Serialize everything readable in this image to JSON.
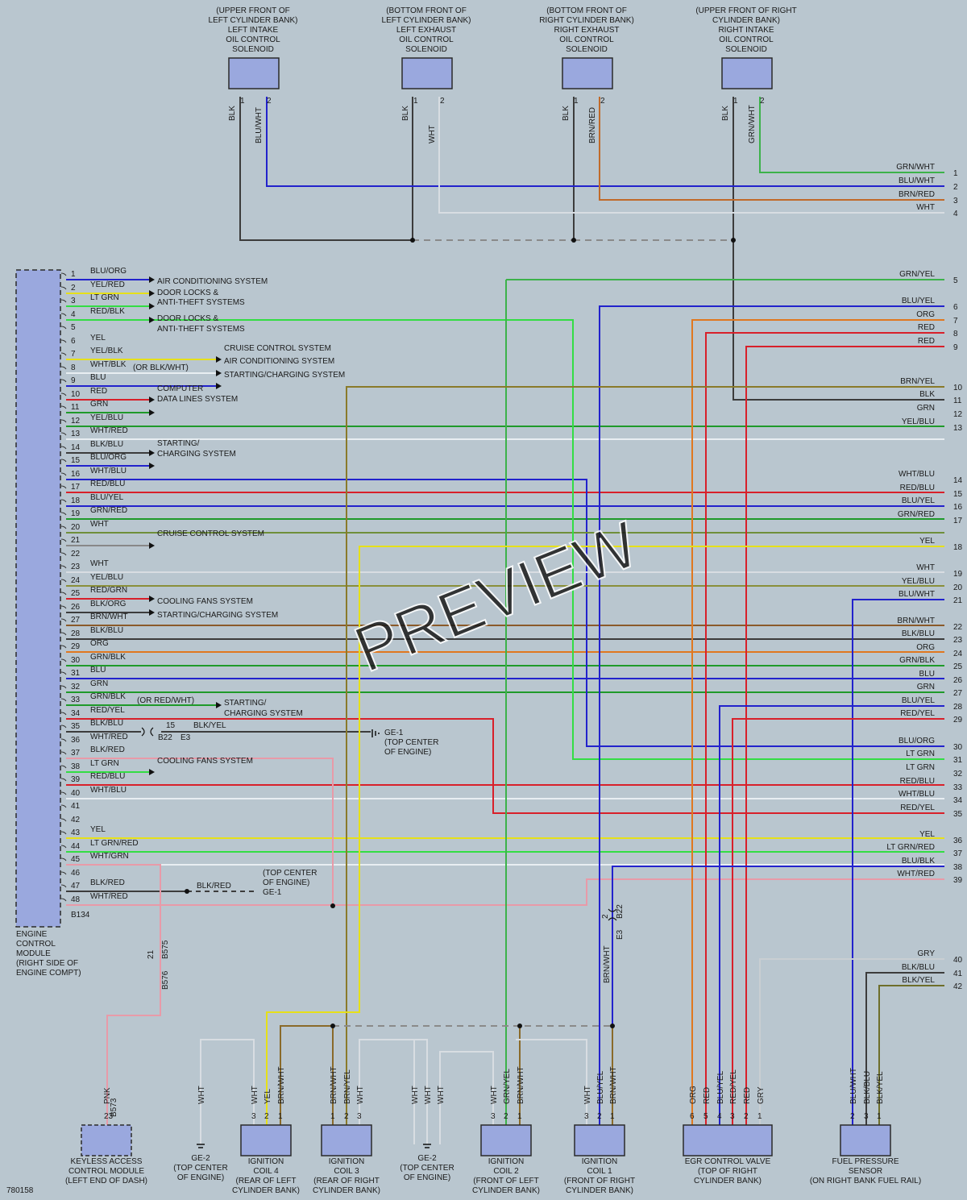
{
  "watermark": "PREVIEW",
  "drawing_number": "780158",
  "colors": {
    "background": "#b9c6cf",
    "component_fill": "#9aa8de",
    "wire": {
      "BLK": "#3c3c3c",
      "BLU": "#2222cc",
      "WHT": "#e8eef2",
      "RED": "#d8202a",
      "GRN": "#1f9a2a",
      "LT GRN": "#33dd44",
      "YEL": "#e6e019",
      "ORG": "#e07820",
      "BRN": "#8a5a2a",
      "PNK": "#e89aa8",
      "GRY": "#999999"
    }
  },
  "solenoids": [
    {
      "id": "s1",
      "caption": [
        "(UPPER FRONT OF",
        "LEFT CYLINDER BANK)",
        "LEFT INTAKE",
        "OIL CONTROL",
        "SOLENOID"
      ],
      "pins": [
        {
          "n": "1",
          "wire": "BLK"
        },
        {
          "n": "2",
          "wire": "BLU/WHT"
        }
      ]
    },
    {
      "id": "s2",
      "caption": [
        "(BOTTOM FRONT OF",
        "LEFT CYLINDER BANK)",
        "LEFT EXHAUST",
        "OIL CONTROL",
        "SOLENOID"
      ],
      "pins": [
        {
          "n": "1",
          "wire": "BLK"
        },
        {
          "n": "2",
          "wire": "WHT"
        }
      ]
    },
    {
      "id": "s3",
      "caption": [
        "(BOTTOM FRONT OF",
        "RIGHT CYLINDER BANK)",
        "RIGHT EXHAUST",
        "OIL CONTROL",
        "SOLENOID"
      ],
      "pins": [
        {
          "n": "1",
          "wire": "BLK"
        },
        {
          "n": "2",
          "wire": "BRN/RED"
        }
      ]
    },
    {
      "id": "s4",
      "caption": [
        "(UPPER FRONT OF RIGHT",
        "CYLINDER BANK)",
        "RIGHT INTAKE",
        "OIL CONTROL",
        "SOLENOID"
      ],
      "pins": [
        {
          "n": "1",
          "wire": "BLK"
        },
        {
          "n": "2",
          "wire": "GRN/WHT"
        }
      ]
    }
  ],
  "ecm": {
    "caption": [
      "ENGINE",
      "CONTROL",
      "MODULE",
      "(RIGHT SIDE OF",
      "ENGINE COMPT)"
    ],
    "connector": "B134",
    "pins": [
      {
        "n": "1",
        "wire": "BLU/ORG",
        "dest": "AIR CONDITIONING SYSTEM"
      },
      {
        "n": "2",
        "wire": "YEL/RED",
        "dest": "DOOR LOCKS &"
      },
      {
        "n": "3",
        "wire": "LT GRN",
        "dest": "ANTI-THEFT SYSTEMS"
      },
      {
        "n": "4",
        "wire": "RED/BLK",
        "dest": "DOOR LOCKS &"
      },
      {
        "n": "5",
        "wire": "",
        "dest": "ANTI-THEFT SYSTEMS"
      },
      {
        "n": "6",
        "wire": "YEL",
        "dest": ""
      },
      {
        "n": "7",
        "wire": "YEL/BLK",
        "dest": "CRUISE CONTROL SYSTEM"
      },
      {
        "n": "8",
        "wire": "WHT/BLK",
        "alt": "(OR BLK/WHT)",
        "dest": "AIR CONDITIONING SYSTEM"
      },
      {
        "n": "9",
        "wire": "BLU",
        "dest": "STARTING/CHARGING SYSTEM"
      },
      {
        "n": "10",
        "wire": "RED",
        "dest": "COMPUTER"
      },
      {
        "n": "11",
        "wire": "GRN",
        "dest": "DATA LINES SYSTEM"
      },
      {
        "n": "12",
        "wire": "YEL/BLU",
        "dest": ""
      },
      {
        "n": "13",
        "wire": "WHT/RED",
        "dest": ""
      },
      {
        "n": "14",
        "wire": "BLK/BLU",
        "dest": "STARTING/"
      },
      {
        "n": "15",
        "wire": "BLU/ORG",
        "dest": "CHARGING SYSTEM"
      },
      {
        "n": "16",
        "wire": "WHT/BLU",
        "dest": ""
      },
      {
        "n": "17",
        "wire": "RED/BLU",
        "dest": ""
      },
      {
        "n": "18",
        "wire": "BLU/YEL",
        "dest": ""
      },
      {
        "n": "19",
        "wire": "GRN/RED",
        "dest": ""
      },
      {
        "n": "20",
        "wire": "WHT",
        "dest": ""
      },
      {
        "n": "21",
        "wire": "",
        "dest": "CRUISE CONTROL SYSTEM"
      },
      {
        "n": "22",
        "wire": "",
        "dest": ""
      },
      {
        "n": "23",
        "wire": "WHT",
        "dest": ""
      },
      {
        "n": "24",
        "wire": "YEL/BLU",
        "dest": ""
      },
      {
        "n": "25",
        "wire": "RED/GRN",
        "dest": "COOLING FANS SYSTEM"
      },
      {
        "n": "26",
        "wire": "BLK/ORG",
        "dest": "STARTING/CHARGING SYSTEM"
      },
      {
        "n": "27",
        "wire": "BRN/WHT",
        "dest": ""
      },
      {
        "n": "28",
        "wire": "BLK/BLU",
        "dest": ""
      },
      {
        "n": "29",
        "wire": "ORG",
        "dest": ""
      },
      {
        "n": "30",
        "wire": "GRN/BLK",
        "dest": ""
      },
      {
        "n": "31",
        "wire": "BLU",
        "dest": ""
      },
      {
        "n": "32",
        "wire": "GRN",
        "dest": ""
      },
      {
        "n": "33",
        "wire": "GRN/BLK",
        "alt": "(OR RED/WHT)",
        "dest": "STARTING/"
      },
      {
        "n": "34",
        "wire": "RED/YEL",
        "dest": "CHARGING SYSTEM"
      },
      {
        "n": "35",
        "wire": "BLK/BLU",
        "dest": ""
      },
      {
        "n": "36",
        "wire": "WHT/RED",
        "dest": ""
      },
      {
        "n": "37",
        "wire": "BLK/RED",
        "dest": ""
      },
      {
        "n": "38",
        "wire": "LT GRN",
        "dest": "COOLING FANS SYSTEM"
      },
      {
        "n": "39",
        "wire": "RED/BLU",
        "dest": ""
      },
      {
        "n": "40",
        "wire": "WHT/BLU",
        "dest": ""
      },
      {
        "n": "41",
        "wire": "",
        "dest": ""
      },
      {
        "n": "42",
        "wire": "",
        "dest": ""
      },
      {
        "n": "43",
        "wire": "YEL",
        "dest": ""
      },
      {
        "n": "44",
        "wire": "LT GRN/RED",
        "dest": ""
      },
      {
        "n": "45",
        "wire": "WHT/GRN",
        "dest": ""
      },
      {
        "n": "46",
        "wire": "",
        "dest": ""
      },
      {
        "n": "47",
        "wire": "BLK/RED",
        "dest": ""
      },
      {
        "n": "48",
        "wire": "WHT/RED",
        "dest": ""
      }
    ]
  },
  "right_pins": [
    {
      "n": "1",
      "wire": "GRN/WHT"
    },
    {
      "n": "2",
      "wire": "BLU/WHT"
    },
    {
      "n": "3",
      "wire": "BRN/RED"
    },
    {
      "n": "4",
      "wire": "WHT"
    },
    {
      "n": "5",
      "wire": "GRN/YEL"
    },
    {
      "n": "6",
      "wire": "BLU/YEL"
    },
    {
      "n": "7",
      "wire": "ORG"
    },
    {
      "n": "8",
      "wire": "RED"
    },
    {
      "n": "9",
      "wire": "RED"
    },
    {
      "n": "10",
      "wire": "BRN/YEL"
    },
    {
      "n": "11",
      "wire": "BLK"
    },
    {
      "n": "12",
      "wire": "GRN"
    },
    {
      "n": "13",
      "wire": "YEL/BLU"
    },
    {
      "n": "14",
      "wire": "WHT/BLU"
    },
    {
      "n": "15",
      "wire": "RED/BLU"
    },
    {
      "n": "16",
      "wire": "BLU/YEL"
    },
    {
      "n": "17",
      "wire": "GRN/RED"
    },
    {
      "n": "18",
      "wire": "YEL"
    },
    {
      "n": "19",
      "wire": "WHT"
    },
    {
      "n": "20",
      "wire": "YEL/BLU"
    },
    {
      "n": "21",
      "wire": "BLU/WHT"
    },
    {
      "n": "22",
      "wire": "BRN/WHT"
    },
    {
      "n": "23",
      "wire": "BLK/BLU"
    },
    {
      "n": "24",
      "wire": "ORG"
    },
    {
      "n": "25",
      "wire": "GRN/BLK"
    },
    {
      "n": "26",
      "wire": "BLU"
    },
    {
      "n": "27",
      "wire": "GRN"
    },
    {
      "n": "28",
      "wire": "BLU/YEL"
    },
    {
      "n": "29",
      "wire": "RED/YEL"
    },
    {
      "n": "30",
      "wire": "BLU/ORG"
    },
    {
      "n": "31",
      "wire": "LT GRN"
    },
    {
      "n": "32",
      "wire": "LT GRN"
    },
    {
      "n": "33",
      "wire": "RED/BLU"
    },
    {
      "n": "34",
      "wire": "WHT/BLU"
    },
    {
      "n": "35",
      "wire": "RED/YEL"
    },
    {
      "n": "36",
      "wire": "YEL"
    },
    {
      "n": "37",
      "wire": "LT GRN/RED"
    },
    {
      "n": "38",
      "wire": "BLU/BLK"
    },
    {
      "n": "39",
      "wire": "WHT/RED"
    },
    {
      "n": "40",
      "wire": "GRY"
    },
    {
      "n": "41",
      "wire": "BLK/BLU"
    },
    {
      "n": "42",
      "wire": "BLK/YEL"
    }
  ],
  "grounds": {
    "ge1_top": [
      "GE-1",
      "(TOP CENTER",
      "OF ENGINE)"
    ],
    "ge1_bottom": [
      "(TOP CENTER",
      "OF ENGINE)",
      "GE-1"
    ],
    "ge2": [
      "GE-2",
      "(TOP CENTER",
      "OF ENGINE)"
    ],
    "splice_35": {
      "pin": "15",
      "wire": "BLK/YEL",
      "left": "B22",
      "right": "E3"
    },
    "splice_47": {
      "wire": "BLK/RED"
    }
  },
  "keyless_connectors": {
    "pin": "21",
    "upper": "B575",
    "lower": "B576"
  },
  "b22_e3": {
    "pin": "2",
    "top": "B22",
    "bottom": "E3",
    "wire": "BRN/WHT"
  },
  "bottom_components": [
    {
      "id": "kac",
      "caption": [
        "KEYLESS ACCESS",
        "CONTROL MODULE",
        "(LEFT END OF DASH)"
      ],
      "pins": [
        {
          "n": "23",
          "wire": "PNK",
          "conn": "B573"
        }
      ]
    },
    {
      "id": "ge2a",
      "caption": [
        "GE-2",
        "(TOP CENTER",
        "OF ENGINE)"
      ],
      "pins": [
        {
          "n": "",
          "wire": "WHT"
        }
      ]
    },
    {
      "id": "coil4",
      "caption": [
        "IGNITION",
        "COIL 4",
        "(REAR OF LEFT",
        "CYLINDER BANK)"
      ],
      "pins": [
        {
          "n": "3",
          "wire": "WHT"
        },
        {
          "n": "2",
          "wire": "YEL"
        },
        {
          "n": "1",
          "wire": "BRN/WHT"
        }
      ]
    },
    {
      "id": "coil3",
      "caption": [
        "IGNITION",
        "COIL 3",
        "(REAR OF RIGHT",
        "CYLINDER BANK)"
      ],
      "pins": [
        {
          "n": "1",
          "wire": "BRN/WHT"
        },
        {
          "n": "2",
          "wire": "BRN/YEL"
        },
        {
          "n": "3",
          "wire": "WHT"
        }
      ]
    },
    {
      "id": "ge2b",
      "caption": [
        "GE-2",
        "(TOP CENTER",
        "OF ENGINE)"
      ],
      "pins": [
        {
          "n": "",
          "wire": "WHT"
        },
        {
          "n": "",
          "wire": "WHT"
        },
        {
          "n": "",
          "wire": "WHT"
        }
      ]
    },
    {
      "id": "coil2",
      "caption": [
        "IGNITION",
        "COIL 2",
        "(FRONT OF LEFT",
        "CYLINDER BANK)"
      ],
      "pins": [
        {
          "n": "3",
          "wire": "WHT"
        },
        {
          "n": "2",
          "wire": "GRN/YEL"
        },
        {
          "n": "1",
          "wire": "BRN/WHT"
        }
      ]
    },
    {
      "id": "coil1",
      "caption": [
        "IGNITION",
        "COIL 1",
        "(FRONT OF RIGHT",
        "CYLINDER BANK)"
      ],
      "pins": [
        {
          "n": "3",
          "wire": "WHT"
        },
        {
          "n": "2",
          "wire": "BLU/YEL"
        },
        {
          "n": "1",
          "wire": "BRN/WHT"
        }
      ]
    },
    {
      "id": "egr",
      "caption": [
        "EGR CONTROL VALVE",
        "(TOP OF RIGHT",
        "CYLINDER BANK)"
      ],
      "pins": [
        {
          "n": "6",
          "wire": "ORG"
        },
        {
          "n": "5",
          "wire": "RED"
        },
        {
          "n": "4",
          "wire": "BLU/YEL"
        },
        {
          "n": "3",
          "wire": "RED/YEL"
        },
        {
          "n": "2",
          "wire": "RED"
        },
        {
          "n": "1",
          "wire": "GRY"
        }
      ]
    },
    {
      "id": "fps",
      "caption": [
        "FUEL PRESSURE",
        "SENSOR",
        "(ON RIGHT BANK FUEL RAIL)"
      ],
      "pins": [
        {
          "n": "2",
          "wire": "BLU/WHT"
        },
        {
          "n": "3",
          "wire": "BLK/BLU"
        },
        {
          "n": "1",
          "wire": "BLK/YEL"
        }
      ]
    }
  ]
}
